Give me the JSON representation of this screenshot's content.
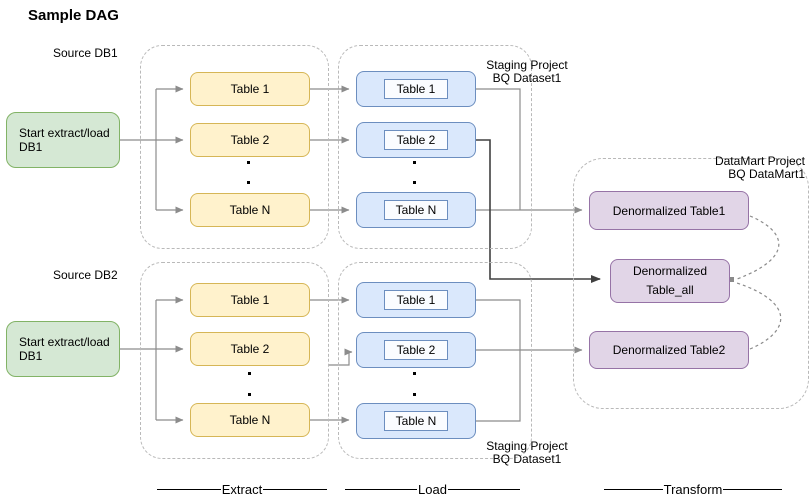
{
  "title": "Sample DAG",
  "colors": {
    "extract_fill": "#FFF2CC",
    "extract_border": "#D6B656",
    "load_fill": "#DAE8FC",
    "load_border": "#6C8EBF",
    "start_fill": "#D5E8D4",
    "start_border": "#82B366",
    "datamart_fill": "#E1D5E7",
    "datamart_border": "#9673A6",
    "connector_gray": "#8c8c8c",
    "connector_dark": "#404040",
    "container_dash": "#b9b9b9"
  },
  "pipelines": [
    {
      "source_label": "Source DB1",
      "start": [
        "Start extract/load",
        "DB1"
      ],
      "extract_tables": [
        "Table 1",
        "Table 2",
        "Table N"
      ],
      "load_tables": [
        "Table 1",
        "Table 2",
        "Table N"
      ],
      "staging_label": [
        "Staging Project",
        "BQ Dataset1"
      ]
    },
    {
      "source_label": "Source DB2",
      "start": [
        "Start extract/load",
        "DB1"
      ],
      "extract_tables": [
        "Table 1",
        "Table 2",
        "Table N"
      ],
      "load_tables": [
        "Table 1",
        "Table 2",
        "Table N"
      ],
      "staging_label": [
        "Staging Project",
        "BQ Dataset1"
      ]
    }
  ],
  "datamart": {
    "label": [
      "DataMart Project",
      "BQ DataMart1"
    ],
    "table1": "Denormalized Table1",
    "table_all": [
      "Denormalized",
      "Table_all"
    ],
    "table2": "Denormalized Table2"
  },
  "stages": [
    "Extract",
    "Load",
    "Transform"
  ]
}
